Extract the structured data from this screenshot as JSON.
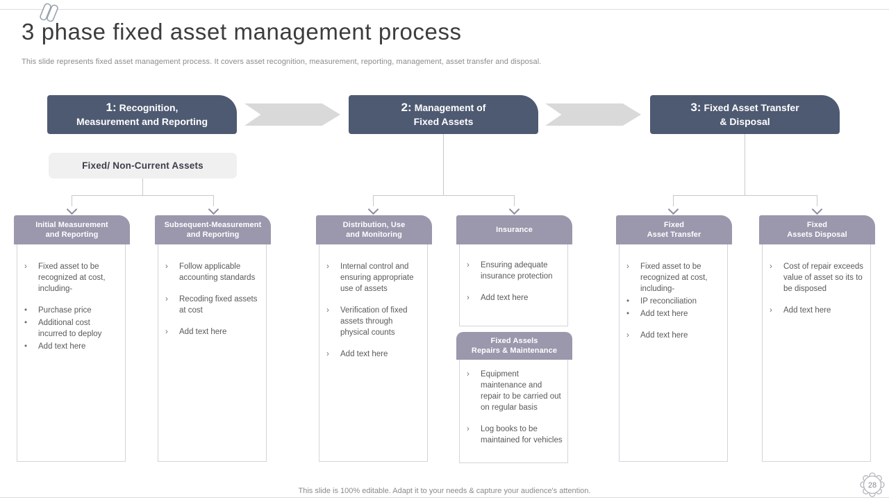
{
  "slide": {
    "title": "3 phase fixed asset management process",
    "subtitle": "This slide represents fixed asset management process. It covers asset recognition, measurement, reporting, management, asset transfer and disposal.",
    "footer_note": "This slide is 100% editable. Adapt it to your needs & capture your audience's attention.",
    "page_number": "28"
  },
  "icons": {
    "top_left": "paperclip-icon",
    "page_badge": "gear-icon",
    "connector_arrow": "chevron-down-arrowhead",
    "phase_arrow": "chevron-right-arrow"
  },
  "colors": {
    "phase_header_bg": "#4e5a72",
    "sub_header_bg": "#9b97ac",
    "arrow_fill": "#d9d9d9",
    "connector_line": "#c8c8ce",
    "body_text": "#595959",
    "muted_text": "#8a8a8a"
  },
  "label_box": "Fixed/ Non-Current Assets",
  "phases": [
    {
      "number": "1:",
      "line1": "Recognition,",
      "line2": "Measurement and Reporting"
    },
    {
      "number": "2:",
      "line1": "Management of",
      "line2": "Fixed Assets"
    },
    {
      "number": "3:",
      "line1": "Fixed Asset Transfer",
      "line2": "& Disposal"
    }
  ],
  "columns": [
    {
      "header": [
        "Initial Measurement",
        "and Reporting"
      ],
      "items": [
        {
          "bullet": "›",
          "text": "Fixed asset to be recognized at cost, including-"
        },
        {
          "bullet": "•",
          "text": "Purchase price"
        },
        {
          "bullet": "•",
          "text": "Additional cost incurred to deploy"
        },
        {
          "bullet": "•",
          "text": "Add text here"
        }
      ]
    },
    {
      "header": [
        "Subsequent-Measurement",
        "and Reporting"
      ],
      "items": [
        {
          "bullet": "›",
          "text": "Follow applicable accounting standards"
        },
        {
          "bullet": "›",
          "text": "Recoding fixed assets at cost"
        },
        {
          "bullet": "›",
          "text": "Add text here"
        }
      ]
    },
    {
      "header": [
        "Distribution, Use",
        "and Monitoring"
      ],
      "items": [
        {
          "bullet": "›",
          "text": "Internal control and ensuring appropriate use of assets"
        },
        {
          "bullet": "›",
          "text": "Verification of fixed assets through physical counts"
        },
        {
          "bullet": "›",
          "text": "Add text here"
        }
      ]
    },
    {
      "header": [
        "Insurance"
      ],
      "items": [
        {
          "bullet": "›",
          "text": "Ensuring adequate insurance protection"
        },
        {
          "bullet": "›",
          "text": "Add text here"
        }
      ],
      "sub": {
        "header": [
          "Fixed Assels",
          "Repairs & Maintenance"
        ],
        "items": [
          {
            "bullet": "›",
            "text": "Equipment maintenance and repair to be carried out on regular basis"
          },
          {
            "bullet": "›",
            "text": "Log books to be maintained for vehicles"
          }
        ]
      }
    },
    {
      "header": [
        "Fixed",
        "Asset Transfer"
      ],
      "items": [
        {
          "bullet": "›",
          "text": "Fixed asset to be recognized at cost, including-"
        },
        {
          "bullet": "•",
          "text": "IP reconciliation"
        },
        {
          "bullet": "•",
          "text": "Add text here"
        },
        {
          "bullet": "›",
          "text": "Add text here"
        }
      ]
    },
    {
      "header": [
        "Fixed",
        "Assets Disposal"
      ],
      "items": [
        {
          "bullet": "›",
          "text": "Cost of repair exceeds value of asset so its to be disposed"
        },
        {
          "bullet": "›",
          "text": "Add text here"
        }
      ]
    }
  ]
}
